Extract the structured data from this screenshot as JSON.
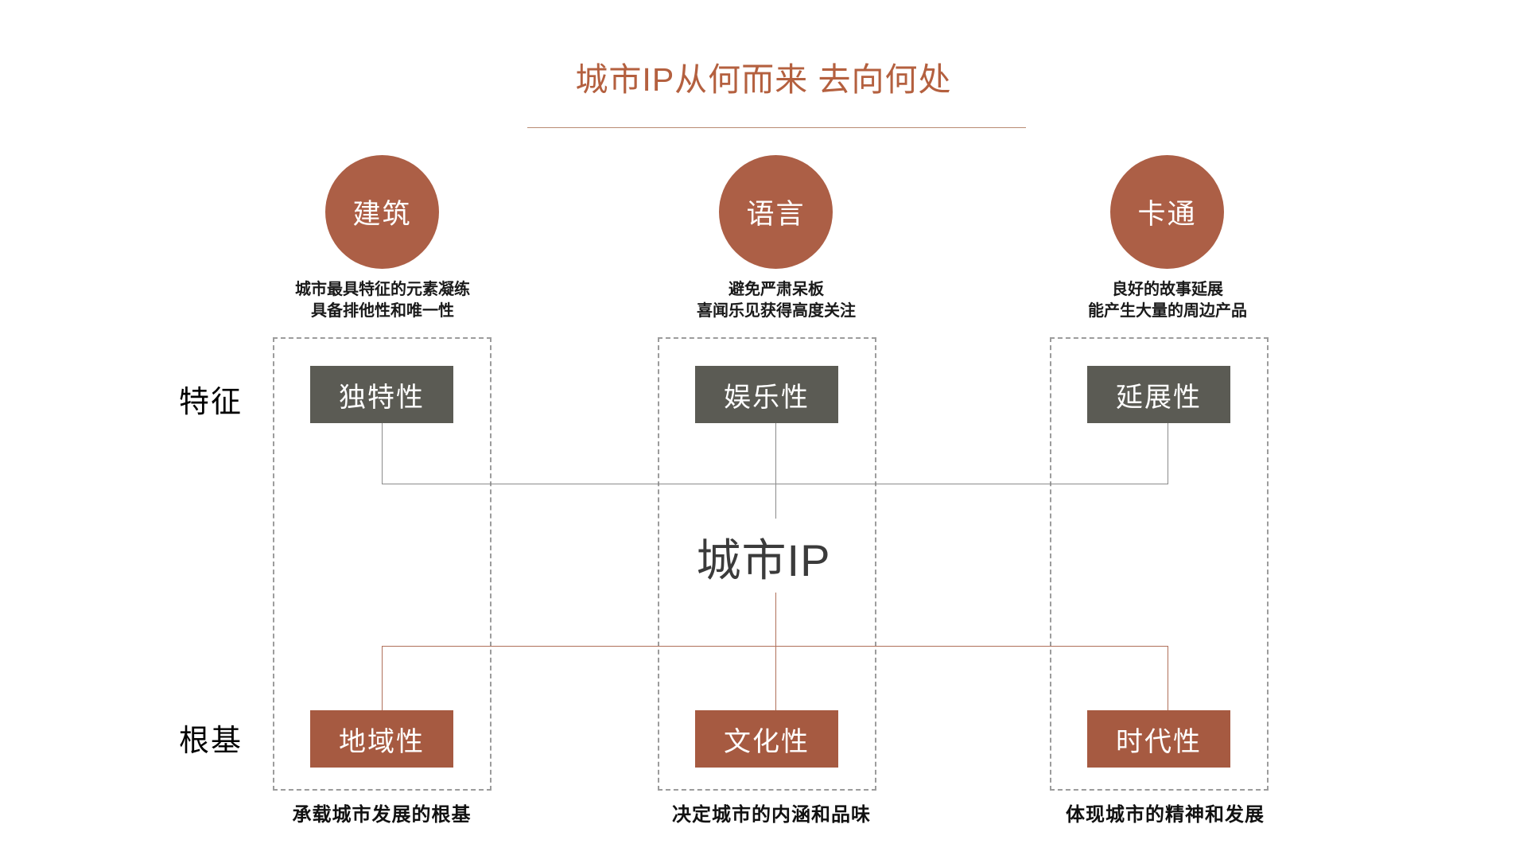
{
  "title": {
    "text": "城市IP从何而来 去向何处",
    "accent_color": "#b4603f",
    "rule_color": "#b98a72"
  },
  "colors": {
    "circle_fill": "#ac5f46",
    "feature_box_fill": "#5b5b54",
    "base_box_fill": "#a65a41",
    "dashed_border": "#9c9c9c",
    "top_connector": "#8b8b8b",
    "bottom_connector": "#b0705a",
    "hub_text": "#3b3b3b"
  },
  "row_labels": {
    "feature": "特征",
    "base": "根基"
  },
  "hub": {
    "label": "城市IP"
  },
  "columns": [
    {
      "circle": "建筑",
      "caption_line1": "城市最具特征的元素凝练",
      "caption_line2": "具备排他性和唯一性",
      "feature": "独特性",
      "base": "地域性",
      "bottom_caption": "承载城市发展的根基"
    },
    {
      "circle": "语言",
      "caption_line1": "避免严肃呆板",
      "caption_line2": "喜闻乐见获得高度关注",
      "feature": "娱乐性",
      "base": "文化性",
      "bottom_caption": "决定城市的内涵和品味"
    },
    {
      "circle": "卡通",
      "caption_line1": "良好的故事延展",
      "caption_line2": "能产生大量的周边产品",
      "feature": "延展性",
      "base": "时代性",
      "bottom_caption": "体现城市的精神和发展"
    }
  ]
}
